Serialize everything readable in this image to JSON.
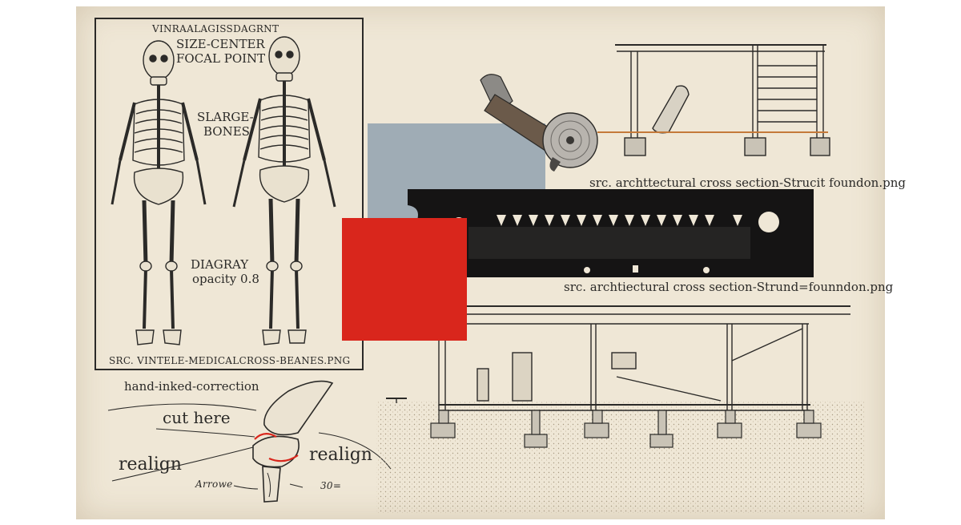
{
  "skeleton_panel": {
    "title_line1": "VINRAALAGISSDAGRNT",
    "title_line2": "SIZE-CENTER",
    "title_line3": "FOCAL POINT",
    "annotation_large_bones_1": "SLARGE-",
    "annotation_large_bones_2": "BONES",
    "annotation_diagram": "DIAGRAY",
    "annotation_opacity": "opacity 0.8",
    "source_caption": "SRC. VINTELE-MEDICALCROSS-BEANES.PNG"
  },
  "knee_sketch": {
    "heading": "hand-inked-correction",
    "cut_note": "cut here",
    "realign_left": "realign",
    "realign_right": "realign",
    "arrow_note": "Arrowe",
    "measure_note": "30="
  },
  "architecture": {
    "caption_top": "src. archttectural cross section-Strucit foundon.png",
    "caption_middle": "src. archtiectural cross section-Strund=founndon.png"
  },
  "colors": {
    "paper": "#efe7d6",
    "ink": "#2b2a28",
    "accent_red": "#d9261c",
    "slate_gray": "#9aa9b3",
    "film_black": "#151414"
  }
}
